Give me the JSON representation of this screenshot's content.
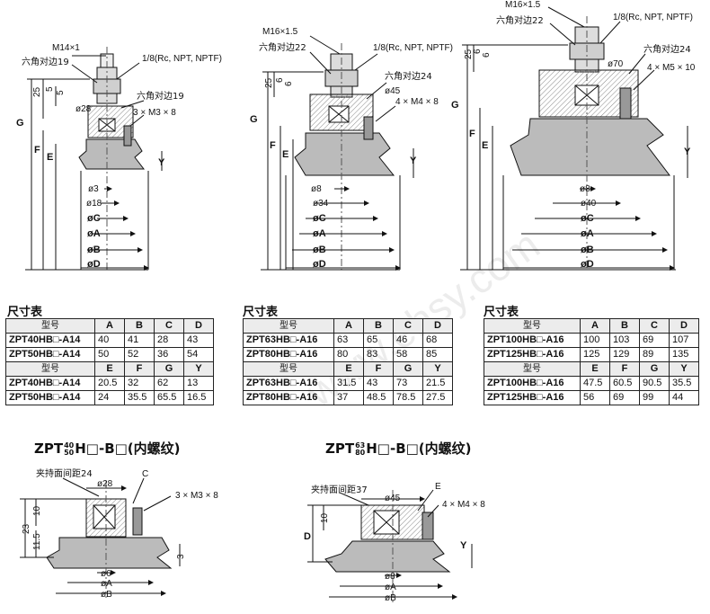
{
  "diagrams": {
    "d1": {
      "labels": [
        "M14×1",
        "六角对边19",
        "1/8(Rc, NPT, NPTF)",
        "六角对边19",
        "3 × M3 × 8",
        "ø28",
        "ø3",
        "ø18",
        "øC",
        "øA",
        "øB",
        "øD",
        "25",
        "5",
        "5",
        "G",
        "F",
        "E",
        "Y"
      ]
    },
    "d2": {
      "labels": [
        "M16×1.5",
        "六角对边22",
        "1/8(Rc, NPT, NPTF)",
        "六角对边24",
        "ø45",
        "4 × M4 × 8",
        "ø8",
        "ø34",
        "øC",
        "øA",
        "øB",
        "øD",
        "25",
        "6",
        "6",
        "G",
        "F",
        "E",
        "Y"
      ]
    },
    "d3": {
      "labels": [
        "M16×1.5",
        "六角对边22",
        "1/8(Rc, NPT, NPTF)",
        "六角对边24",
        "ø70",
        "4 × M5 × 10",
        "ø8",
        "ø40",
        "øC",
        "øA",
        "øB",
        "øD",
        "25",
        "6",
        "6",
        "G",
        "F",
        "E",
        "Y"
      ]
    },
    "d4": {
      "labels": [
        "夹持面间距24",
        "ø28",
        "C",
        "3 × M3 × 8",
        "23",
        "10",
        "11.5",
        "3",
        "ø6",
        "øA",
        "øB"
      ]
    },
    "d5": {
      "labels": [
        "夹持面间距37",
        "ø45",
        "E",
        "4 × M4 × 8",
        "D",
        "10",
        "Y",
        "ø8",
        "øA",
        "øB"
      ]
    }
  },
  "tables": {
    "t1": {
      "title": "尺寸表",
      "h1": [
        "型号",
        "A",
        "B",
        "C",
        "D"
      ],
      "r1": [
        [
          "ZPT40HB□-A14",
          "40",
          "41",
          "28",
          "43"
        ],
        [
          "ZPT50HB□-A14",
          "50",
          "52",
          "36",
          "54"
        ]
      ],
      "h2": [
        "型号",
        "E",
        "F",
        "G",
        "Y"
      ],
      "r2": [
        [
          "ZPT40HB□-A14",
          "20.5",
          "32",
          "62",
          "13"
        ],
        [
          "ZPT50HB□-A14",
          "24",
          "35.5",
          "65.5",
          "16.5"
        ]
      ]
    },
    "t2": {
      "title": "尺寸表",
      "h1": [
        "型号",
        "A",
        "B",
        "C",
        "D"
      ],
      "r1": [
        [
          "ZPT63HB□-A16",
          "63",
          "65",
          "46",
          "68"
        ],
        [
          "ZPT80HB□-A16",
          "80",
          "83",
          "58",
          "85"
        ]
      ],
      "h2": [
        "型号",
        "E",
        "F",
        "G",
        "Y"
      ],
      "r2": [
        [
          "ZPT63HB□-A16",
          "31.5",
          "43",
          "73",
          "21.5"
        ],
        [
          "ZPT80HB□-A16",
          "37",
          "48.5",
          "78.5",
          "27.5"
        ]
      ]
    },
    "t3": {
      "title": "尺寸表",
      "h1": [
        "型号",
        "A",
        "B",
        "C",
        "D"
      ],
      "r1": [
        [
          "ZPT100HB□-A16",
          "100",
          "103",
          "69",
          "107"
        ],
        [
          "ZPT125HB□-A16",
          "125",
          "129",
          "89",
          "135"
        ]
      ],
      "h2": [
        "型号",
        "E",
        "F",
        "G",
        "Y"
      ],
      "r2": [
        [
          "ZPT100HB□-A16",
          "47.5",
          "60.5",
          "90.5",
          "35.5"
        ],
        [
          "ZPT125HB□-A16",
          "56",
          "69",
          "99",
          "44"
        ]
      ]
    }
  },
  "sections": {
    "s1": {
      "prefix": "ZPT",
      "sup": "40",
      "sub": "50",
      "suffix": "H□-B□(内螺纹)"
    },
    "s2": {
      "prefix": "ZPT",
      "sup": "63",
      "sub": "80",
      "suffix": "H□-B□(内螺纹)"
    }
  },
  "watermark": "www.ehsy.com"
}
